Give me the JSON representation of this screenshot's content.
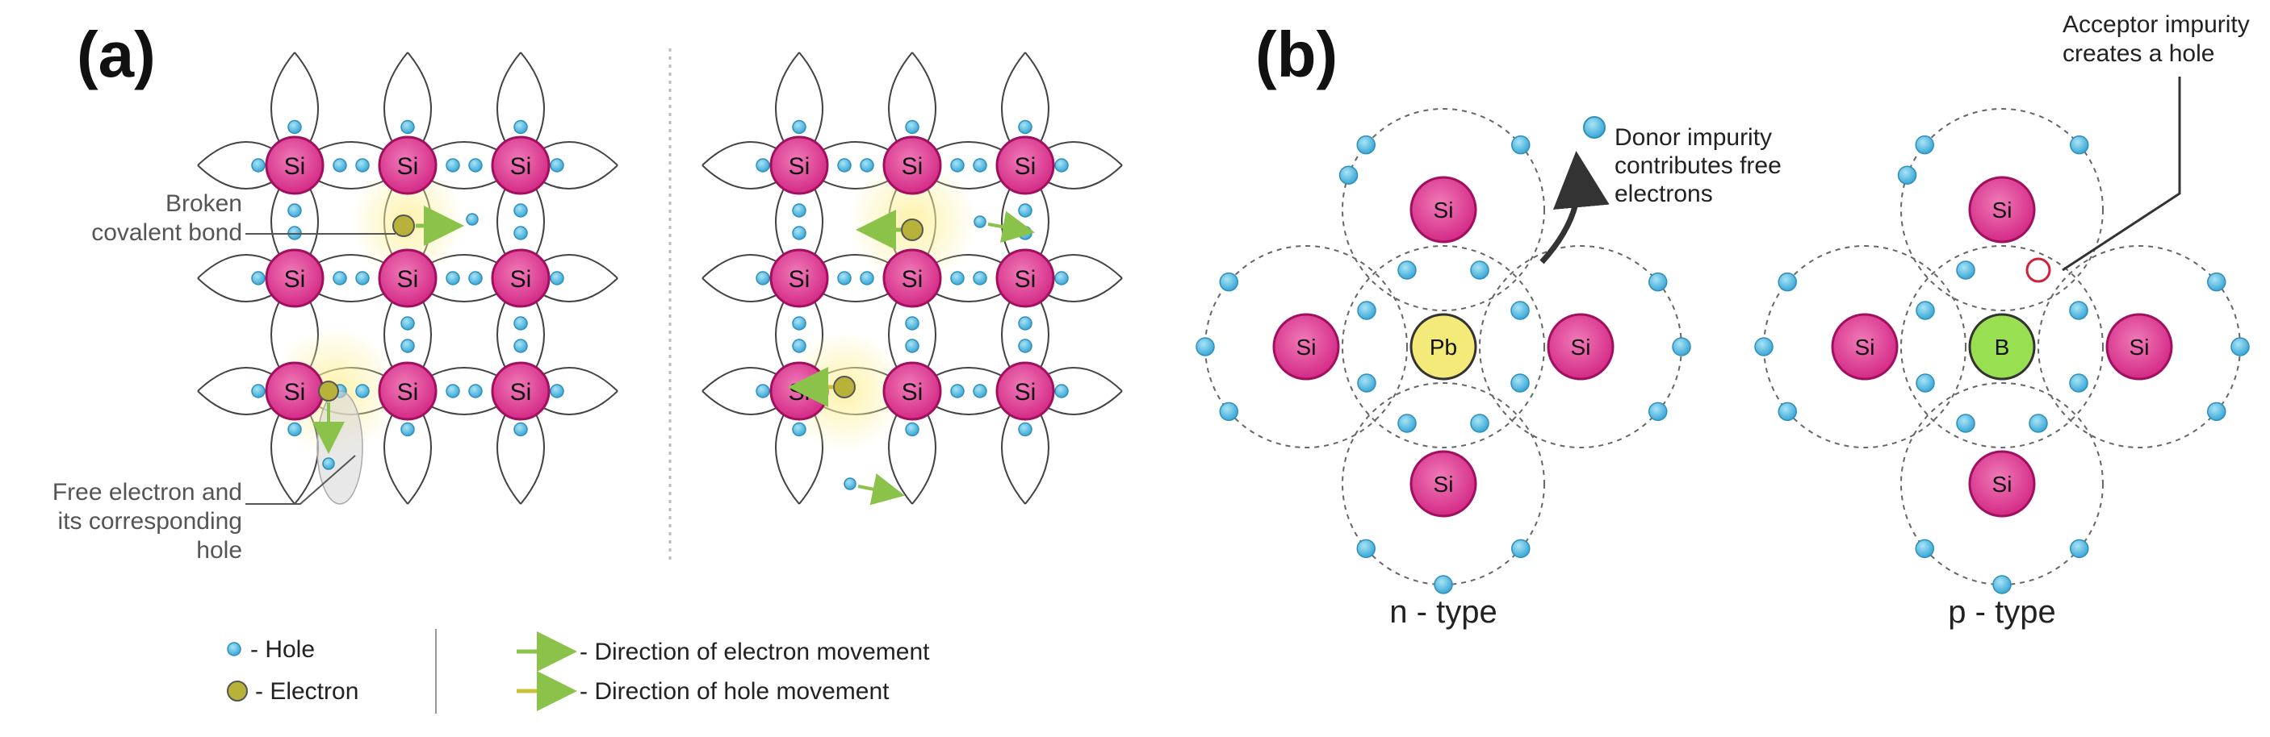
{
  "panel_a": {
    "label": "(a)",
    "atom_symbol": "Si",
    "annotation_broken": [
      "Broken",
      "covalent bond"
    ],
    "annotation_free": [
      "Free electron and",
      "its corresponding",
      "hole"
    ],
    "legend": {
      "hole": "- Hole",
      "electron": "- Electron",
      "electron_movement": "- Direction of electron movement",
      "hole_movement": "- Direction of hole movement"
    }
  },
  "panel_b": {
    "label": "(b)",
    "atom_symbol": "Si",
    "n_type": {
      "center_symbol": "Pb",
      "caption": "n - type",
      "annotation": [
        "Donor impurity",
        "contributes free",
        "electrons"
      ]
    },
    "p_type": {
      "center_symbol": "B",
      "caption": "p - type",
      "annotation": [
        "Acceptor impurity",
        "creates a hole"
      ]
    }
  },
  "colors": {
    "si_atom": "#e0338f",
    "si_atom_stroke": "#a0105e",
    "pb_atom": "#f4ea7a",
    "b_atom": "#98e052",
    "electron_dot": "#4fb8e0",
    "free_electron": "#b8b23a",
    "hole_ring": "#d0203a",
    "glow": "#fdf3a6",
    "arrow": "#8bc34a",
    "label": "#111111",
    "annotation": "#555555"
  }
}
